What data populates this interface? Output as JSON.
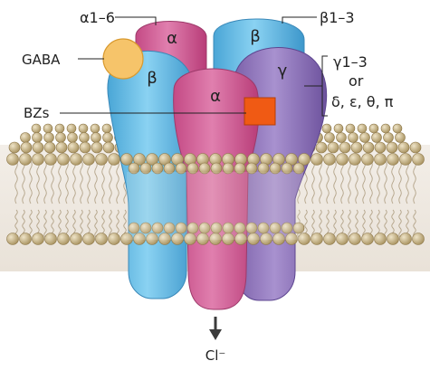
{
  "labels": {
    "alpha_range": "α1–6",
    "beta_range": "β1–3",
    "gamma_range": "γ1–3",
    "gamma_or": "or",
    "gamma_alternatives": "δ, ε, θ, π",
    "gaba": "GABA",
    "bzs": "BZs",
    "chloride": "Cl⁻"
  },
  "subunits": {
    "alpha_back": "α",
    "beta_back": "β",
    "beta_left": "β",
    "gamma_right": "γ",
    "alpha_front": "α"
  },
  "colors": {
    "alpha": "#d35d94",
    "beta": "#5bb6e2",
    "gamma": "#8c70b8",
    "gaba_site": "#f6c46a",
    "bz_site": "#f05a14",
    "lipid_head": "#c9b58a",
    "membrane_band": "#efe9e1",
    "arrow": "#3b3b3b"
  }
}
